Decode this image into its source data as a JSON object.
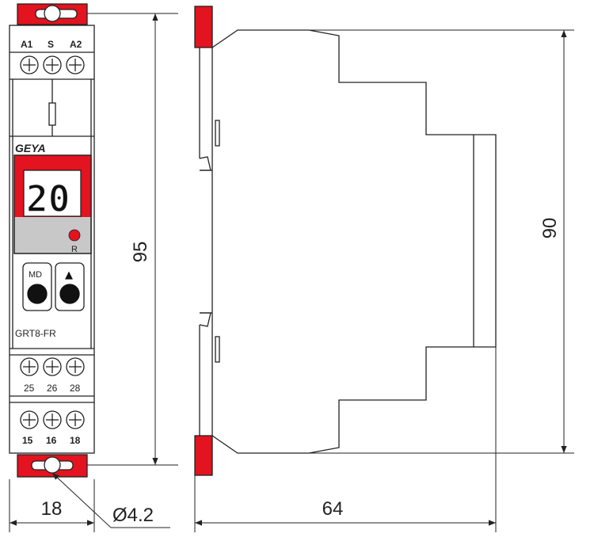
{
  "front_view": {
    "brand": "GEYA",
    "display_value": "20",
    "indicator_label": "R",
    "buttons": {
      "mode": "MD",
      "up": "▲"
    },
    "model": "GRT8-FR",
    "top_terminals": [
      "A1",
      "S",
      "A2"
    ],
    "mid_terminals": [
      "25",
      "26",
      "28"
    ],
    "bottom_terminals": [
      "15",
      "16",
      "18"
    ]
  },
  "dimensions": {
    "height_overall": "95",
    "height_body": "90",
    "width_front": "18",
    "depth": "64",
    "hole_diameter": "Ø4.2"
  },
  "colors": {
    "accent_red": "#e3131f",
    "display_gray": "#c8c8c8",
    "line": "#222222"
  }
}
